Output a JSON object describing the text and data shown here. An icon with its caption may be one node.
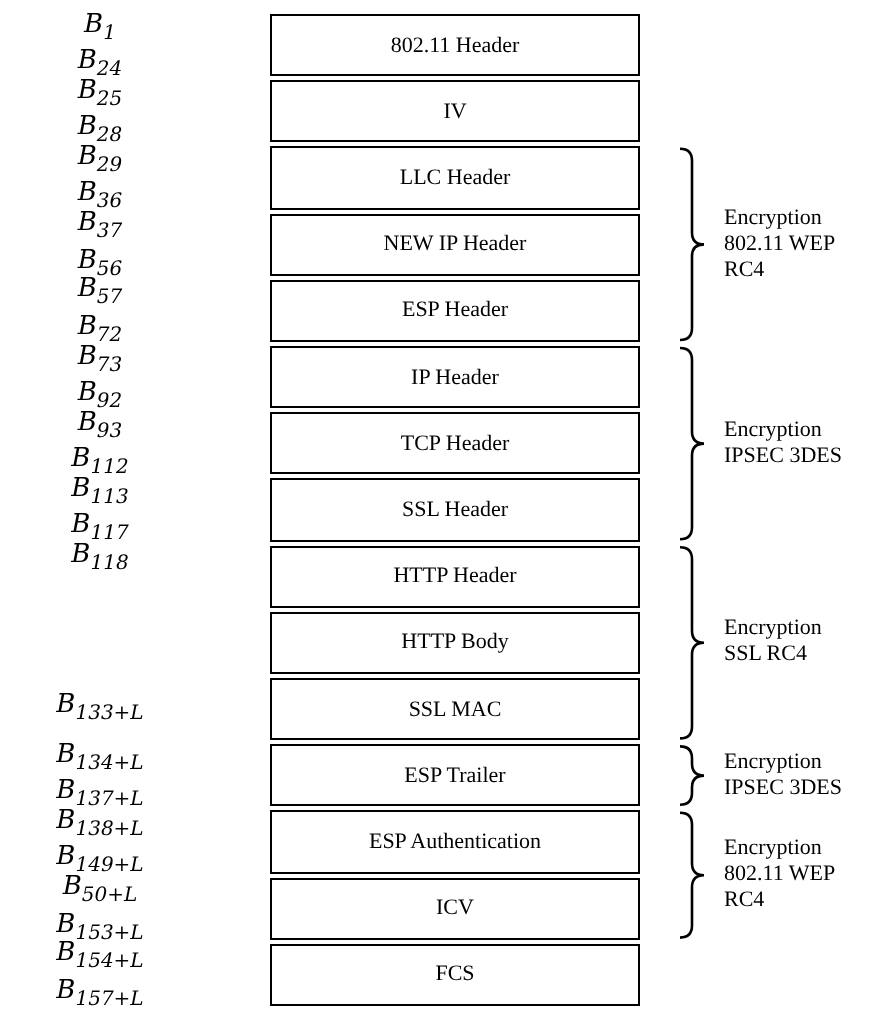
{
  "diagram": {
    "nodes": [
      {
        "text": [
          "802.11 Header"
        ]
      },
      {
        "text": [
          "IV"
        ]
      },
      {
        "text": [
          "LLC Header"
        ]
      },
      {
        "text": [
          "NEW IP Header"
        ]
      },
      {
        "text": [
          "ESP Header"
        ]
      },
      {
        "text": [
          "IP Header"
        ]
      },
      {
        "text": [
          "TCP Header"
        ]
      },
      {
        "text": [
          "SSL Header"
        ]
      },
      {
        "text": [
          "HTTP Header"
        ]
      },
      {
        "text": [
          "HTTP Body"
        ]
      },
      {
        "text": [
          "SSL MAC"
        ]
      },
      {
        "text": [
          "ESP Trailer"
        ]
      },
      {
        "text": [
          "ESP Authentication"
        ]
      },
      {
        "text": [
          "ICV"
        ]
      },
      {
        "text": [
          "FCS"
        ]
      }
    ],
    "labels": [
      "B$_{1}$",
      "B$_{24}$",
      "B$_{25}$",
      "B$_{28}$",
      "B$_{29}$",
      "B$_{36}$",
      "B$_{37}$",
      "B$_{56}$",
      "B$_{57}$",
      "B$_{72}$",
      "B$_{73}$",
      "B$_{92}$",
      "B$_{93}$",
      "B$_{112}$",
      "B$_{113}$",
      "B$_{117}$",
      "B$_{118}$",
      "B$_{133+L}$",
      "B$_{134+L}$",
      "B$_{137+L}$",
      "B$_{138+L}$",
      "B$_{149+L}$",
      "B$_{50+L}$",
      "B$_{153+L}$",
      "B$_{154+L}$",
      "B$_{157+L}$",
      "Encryption 802.11 WEP RC4",
      "Encryption IPSEC 3DES",
      "Encryption SSL RC4",
      "Encryption IPSEC 3DES",
      "Encryption 802.11 WEP RC4"
    ]
  }
}
